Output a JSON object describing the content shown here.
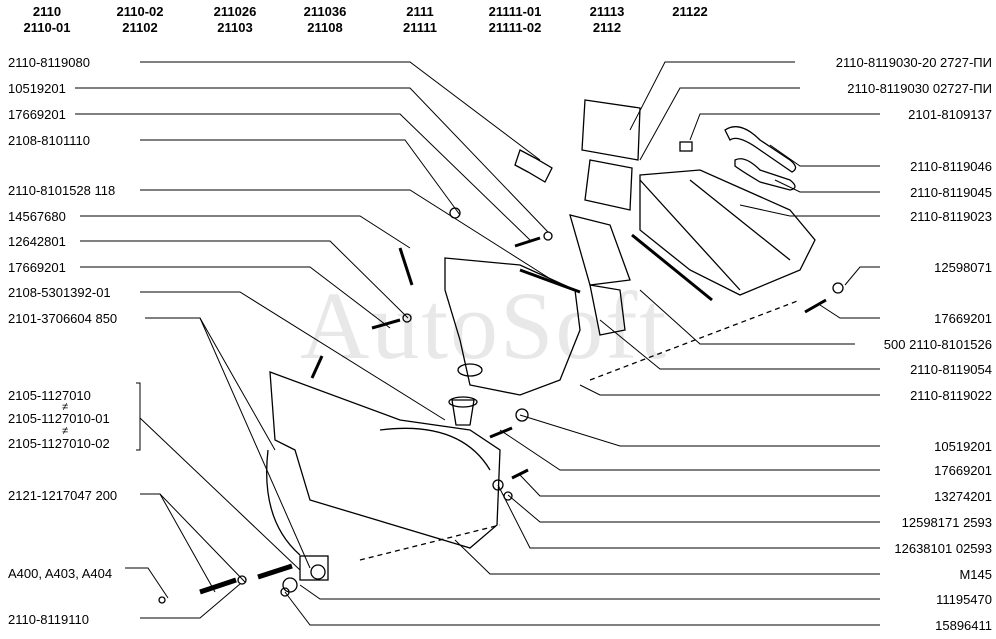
{
  "header_columns": [
    {
      "line1": "2110",
      "line2": "2110-01"
    },
    {
      "line1": "2110-02",
      "line2": "21102"
    },
    {
      "line1": "211026",
      "line2": "21103"
    },
    {
      "line1": "211036",
      "line2": "21108"
    },
    {
      "line1": "2111",
      "line2": "21111"
    },
    {
      "line1": "21111-01",
      "line2": "21111-02"
    },
    {
      "line1": "21113",
      "line2": "2112"
    },
    {
      "line1": "21122",
      "line2": ""
    }
  ],
  "left_labels": [
    "2110-8119080",
    "10519201",
    "17669201",
    "2108-8101110",
    "2110-8101528 118",
    "14567680",
    "12642801",
    "17669201",
    "2108-5301392-01",
    "2101-3706604 850",
    "2105-1127010",
    "2105-1127010-01",
    "2105-1127010-02",
    "2121-1217047 200",
    "A400, A403, A404",
    "2110-8119110"
  ],
  "not_equal_sign": "≠",
  "right_labels": [
    "2110-8119030-20 2727-ПИ",
    "2110-8119030 02727-ПИ",
    "2101-8109137",
    "2110-8119046",
    "2110-8119045",
    "2110-8119023",
    "12598071",
    "17669201",
    "500 2110-8101526",
    "2110-8119054",
    "2110-8119022",
    "10519201",
    "17669201",
    "13274201",
    "12598171 2593",
    "12638101 02593",
    "M145",
    "11195470",
    "15896411"
  ],
  "watermark": "AutoSoft"
}
